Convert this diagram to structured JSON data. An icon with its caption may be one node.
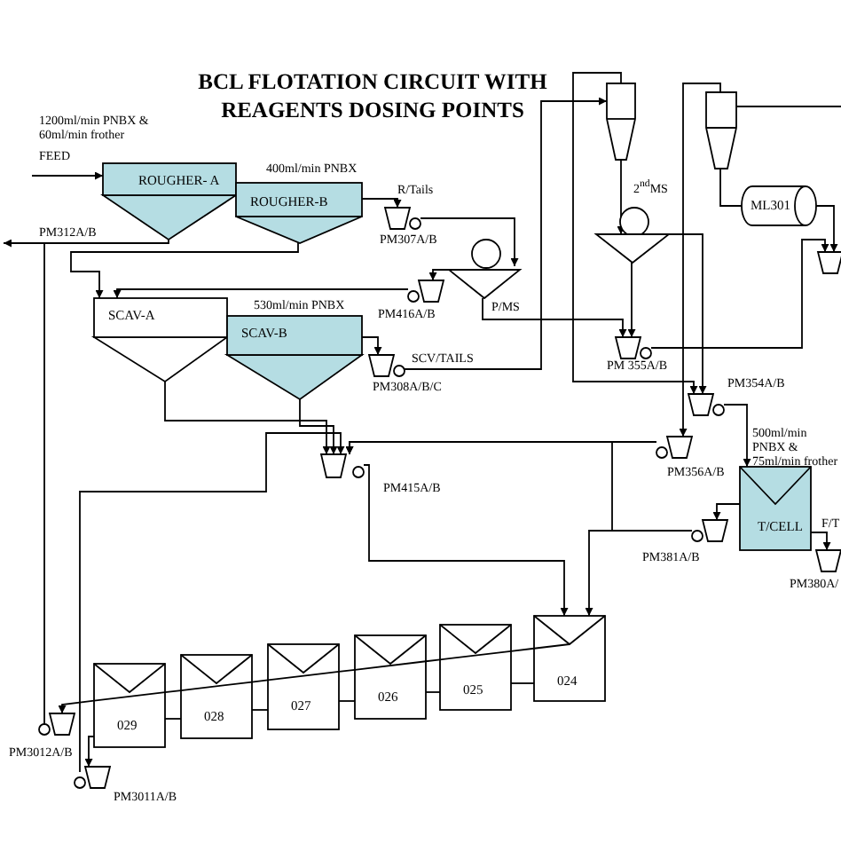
{
  "diagram": {
    "title": "BCL FLOTATION CIRCUIT WITH REAGENTS DOSING POINTS",
    "nodes": [
      {
        "text": [
          "ROUGHER- A"
        ]
      },
      {
        "text": [
          "ROUGHER-B"
        ]
      },
      {
        "text": [],
        "shape": "pump",
        "beside": [
          "PM307A/B"
        ]
      },
      {
        "text": [],
        "shape": "classifier",
        "beside": [
          "P/MS"
        ]
      },
      {
        "text": [],
        "shape": "pump",
        "beside": [
          "PM416A/B"
        ]
      },
      {
        "text": [],
        "shape": "cyclone"
      },
      {
        "text": [],
        "shape": "classifier",
        "beside": [
          "2$^{nd}$MS"
        ]
      },
      {
        "text": [],
        "shape": "cyclone"
      },
      {
        "text": [
          "ML301"
        ]
      },
      {
        "text": [],
        "shape": "pump"
      },
      {
        "text": [
          "SCAV-A"
        ]
      },
      {
        "text": [
          "SCAV-B"
        ]
      },
      {
        "text": [],
        "shape": "pump",
        "beside": [
          "PM308A/B/C"
        ]
      },
      {
        "text": [],
        "shape": "pump",
        "beside": [
          "PM 355A/B"
        ]
      },
      {
        "text": [],
        "shape": "pump",
        "beside": [
          "PM354A/B"
        ]
      },
      {
        "text": [],
        "shape": "pump",
        "beside": [
          "PM415A/B"
        ]
      },
      {
        "text": [],
        "shape": "pump",
        "beside": [
          "PM356A/B"
        ]
      },
      {
        "text": [
          "T/CELL"
        ]
      },
      {
        "text": [],
        "shape": "pump",
        "beside": [
          "PM381A/B"
        ]
      },
      {
        "text": [],
        "shape": "pump",
        "beside": [
          "PM380A/"
        ]
      },
      {
        "text": [
          "024"
        ]
      },
      {
        "text": [
          "025"
        ]
      },
      {
        "text": [
          "026"
        ]
      },
      {
        "text": [
          "027"
        ]
      },
      {
        "text": [
          "028"
        ]
      },
      {
        "text": [
          "029"
        ]
      },
      {
        "text": [],
        "shape": "pump",
        "beside": [
          "PM3012A/B"
        ]
      },
      {
        "text": [],
        "shape": "pump",
        "beside": [
          "PM3011A/B"
        ]
      }
    ],
    "edges": [
      {
        "from": null,
        "to": 0,
        "arrow": "to"
      },
      {
        "from": 0,
        "to": null,
        "arrow": "to",
        "label": "PM312A/B"
      },
      {
        "from": 1,
        "to": 10,
        "arrow": "to"
      },
      {
        "from": 1,
        "to": 2,
        "arrow": "to",
        "label": "R/Tails"
      },
      {
        "from": 2,
        "to": 3,
        "arrow": "to"
      },
      {
        "from": 3,
        "to": 4,
        "arrow": "to"
      },
      {
        "from": 4,
        "to": 10,
        "arrow": "to"
      },
      {
        "from": 3,
        "to": 13,
        "arrow": "to"
      },
      {
        "from": 12,
        "to": 5,
        "arrow": "to",
        "label": "SCV/TAILS"
      },
      {
        "from": 11,
        "to": 12,
        "arrow": "to"
      },
      {
        "from": 10,
        "to": 15,
        "arrow": "to"
      },
      {
        "from": 11,
        "to": 15,
        "arrow": "to"
      },
      {
        "from": 27,
        "to": 15,
        "arrow": "to"
      },
      {
        "from": 16,
        "to": 15,
        "arrow": "to"
      },
      {
        "from": 18,
        "to": 15,
        "arrow": "to"
      },
      {
        "from": 18,
        "to": 20,
        "arrow": "to"
      },
      {
        "from": 15,
        "to": 20,
        "arrow": "to"
      },
      {
        "from": 5,
        "to": 6,
        "arrow": "to"
      },
      {
        "from": 6,
        "to": 13,
        "arrow": "to"
      },
      {
        "from": 6,
        "to": 14,
        "arrow": "to"
      },
      {
        "from": 5,
        "to": 14,
        "arrow": "to"
      },
      {
        "from": 13,
        "to": 9,
        "arrow": "to"
      },
      {
        "from": 8,
        "to": 9,
        "arrow": "to"
      },
      {
        "from": 7,
        "to": 8,
        "arrow": "none"
      },
      {
        "from": 7,
        "to": null,
        "arrow": "none"
      },
      {
        "from": 7,
        "to": 16,
        "arrow": "to"
      },
      {
        "from": 14,
        "to": 17,
        "arrow": "to"
      },
      {
        "from": 17,
        "to": 18,
        "arrow": "to"
      },
      {
        "from": 17,
        "to": 19,
        "arrow": "to",
        "label": "F/T"
      },
      {
        "from": 25,
        "to": 26,
        "arrow": "to"
      },
      {
        "from": 25,
        "to": 24,
        "arrow": "none"
      },
      {
        "from": 24,
        "to": 23,
        "arrow": "none"
      },
      {
        "from": 23,
        "to": 22,
        "arrow": "none"
      },
      {
        "from": 22,
        "to": 21,
        "arrow": "none"
      },
      {
        "from": 21,
        "to": 20,
        "arrow": "none"
      },
      {
        "from": 25,
        "to": 27,
        "arrow": "to"
      },
      {
        "from": 26,
        "to": null,
        "arrow": "none"
      },
      {
        "from": 20,
        "to": 21,
        "arrow": "none"
      },
      {
        "from": 21,
        "to": 22,
        "arrow": "none"
      },
      {
        "from": 22,
        "to": 23,
        "arrow": "none"
      },
      {
        "from": 23,
        "to": 24,
        "arrow": "none"
      },
      {
        "from": 24,
        "to": 25,
        "arrow": "none"
      }
    ],
    "labels": [
      "1200ml/min PNBX & 60ml/min frother",
      "FEED",
      "400ml/min PNBX",
      "530ml/min PNBX",
      "500ml/min PNBX & 75ml/min frother"
    ]
  }
}
